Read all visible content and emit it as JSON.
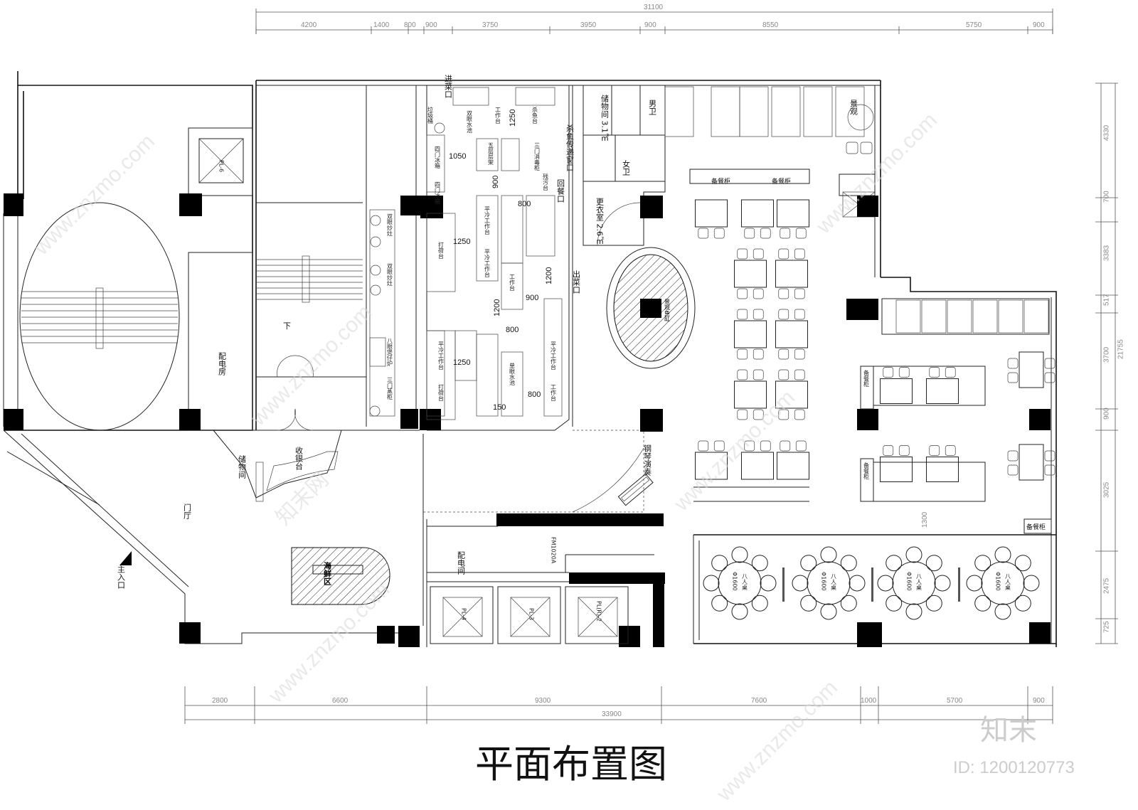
{
  "title": "平面布置图",
  "dimensions": {
    "top_total": "31100",
    "top": [
      "4200",
      "1400",
      "800",
      "900",
      "3750",
      "3950",
      "900",
      "8550",
      "5750",
      "900"
    ],
    "bottom_total": "33900",
    "bottom": [
      "2800",
      "6600",
      "9300",
      "7600",
      "1000",
      "5700",
      "900"
    ],
    "right_total": "21755",
    "right": [
      "4330",
      "700",
      "3383",
      "517",
      "3700",
      "900",
      "3025",
      "2475",
      "725"
    ],
    "kitchen": [
      "1250",
      "1050",
      "900",
      "800",
      "1250",
      "1200",
      "900",
      "800",
      "150",
      "1250",
      "1200",
      "1300"
    ]
  },
  "rooms": {
    "entry_in": "进菜口",
    "fish_window": "杀鱼传递窗口",
    "return_window": "回餐口",
    "serve_out": "出菜口",
    "storage_top": "储物间 3.1㎡",
    "mens": "男卫",
    "womens": "女卫",
    "locker": "更衣室 2.6㎡",
    "power_room": "配电房",
    "down": "下",
    "foyer": "门厅",
    "main_entry": "主入口",
    "storage_front": "储物间",
    "cashier": "收银台",
    "seafood": "海鲜区",
    "electrical": "配电间",
    "door_code": "FM1020A",
    "shaft_4": "PL-4",
    "shaft_3": "PL-3",
    "shaft_2": "PL(R)-2",
    "shaft_6": "PL-6",
    "piano": "钢琴演奏",
    "landscape": "景观",
    "fish_tank": "景观鱼缸",
    "sideboard": "备餐柜",
    "round_table": "八人桌",
    "round_table_size": "Φ1600"
  },
  "kitchen_equipment": {
    "workbench": "工作台",
    "prep": "打荷台",
    "cold_bench": "平冷工作台",
    "fridge4": "四门冰箱",
    "sink2": "双眼水池",
    "sink1": "单眼水池",
    "steamer": "三门蒸柜",
    "fish_bench": "杀鱼台",
    "trash": "垃圾桶",
    "rack": "五层层架",
    "disinfect": "三门消毒柜",
    "residue": "残污台",
    "wok": "双眼炒灶",
    "grill": "八眼煲仔炉"
  },
  "watermark": {
    "site": "www.znzmo.com",
    "brand": "知末网",
    "logo": "知末",
    "id": "ID: 1200120773"
  }
}
